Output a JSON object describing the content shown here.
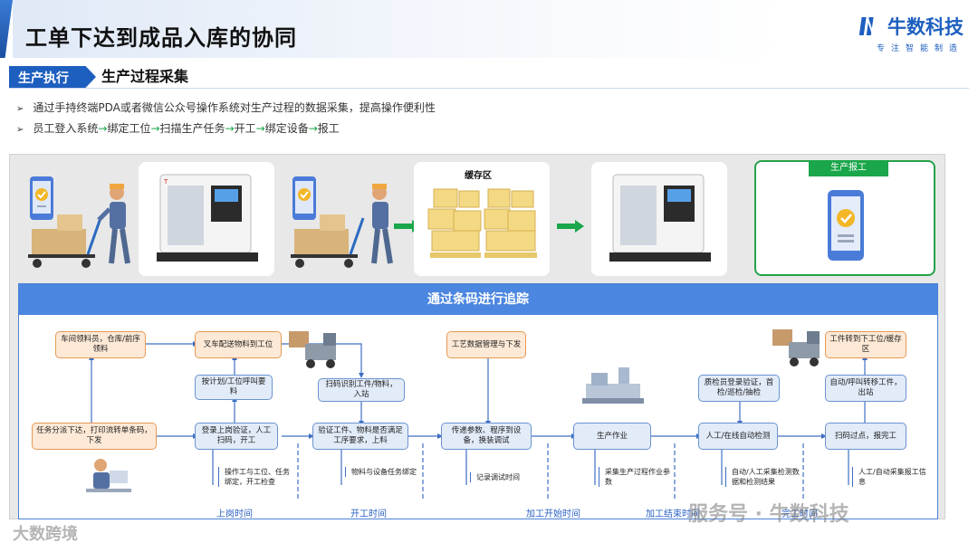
{
  "header": {
    "title": "工单下达到成品入库的协同",
    "brand_name": "牛数科技",
    "brand_slogan": "专注智能制造"
  },
  "section": {
    "tag": "生产执行",
    "title": "生产过程采集"
  },
  "bullets": {
    "line1": "通过手持终端PDA或者微信公众号操作系统对生产过程的数据采集，提高操作便利性",
    "line2_steps": [
      "员工登入系统",
      "绑定工位",
      "扫描生产任务",
      "开工",
      "绑定设备",
      "报工"
    ],
    "line2_arrow": "→"
  },
  "scene": {
    "buffer_label": "缓存区",
    "report_label": "生产报工"
  },
  "trace": {
    "title": "通过条码进行追踪",
    "nodes": {
      "n1": "车间领料员，仓库/前序领料",
      "n2": "叉车配送物料到工位",
      "n3": "按计划/工位呼叫要料",
      "n4": "扫码识别工件/物料，入站",
      "n5": "工艺数据管理与下发",
      "n6": "任务分派下达，打印流转单条码，下发",
      "n7": "登录上岗验证，人工扫码，开工",
      "n8": "验证工件、物料是否满足工序要求，上料",
      "n9": "传递参数、程序到设备，换装调试",
      "n10": "生产作业",
      "n11": "质检员登录验证，首检/巡检/抽检",
      "n12": "人工/在线自动检测",
      "n13": "工件转到下工位/缓存区",
      "n14": "自动/呼叫转移工件，出站",
      "n15": "扫码过点，报完工"
    },
    "notes": {
      "t1": "操作工与工位、任务绑定，开工检查",
      "t2": "物料与设备任务绑定",
      "t3": "记录调试时间",
      "t4": "采集生产过程作业参数",
      "t5": "自动/人工采集检测数据和检测结果",
      "t6": "人工/自动采集报工信息"
    },
    "phases": {
      "p1": "上岗时间",
      "p2": "开工时间",
      "p3": "加工开始时间",
      "p4": "加工结束时间",
      "p5": "完工时间"
    }
  },
  "watermarks": {
    "left": "大数跨境",
    "right": "服务号 · 牛数科技"
  },
  "colors": {
    "primary": "#1d5fbf",
    "trace_header": "#4b86e0",
    "orange_node": "#e59a55",
    "blue_node": "#6a94cf",
    "green_arrow": "#1aa64a"
  }
}
